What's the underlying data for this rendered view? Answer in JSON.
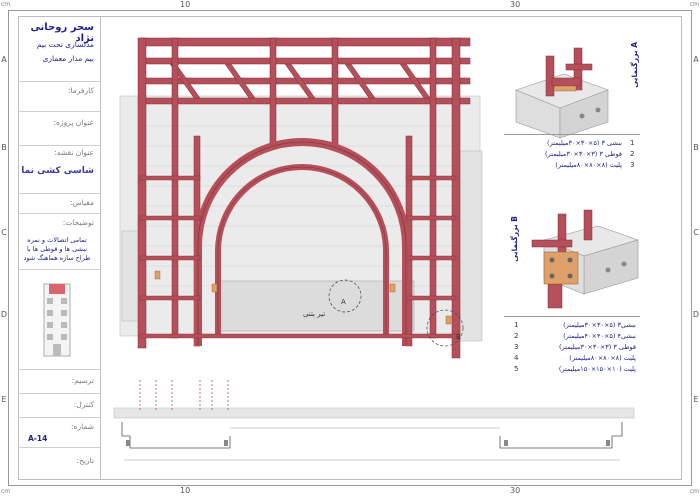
{
  "rulers": {
    "top_numbers": [
      "10",
      "30"
    ],
    "bottom_numbers": [
      "10",
      "30"
    ],
    "unit": "cm",
    "side_letters": [
      "A",
      "B",
      "C",
      "D",
      "E"
    ]
  },
  "title_block": {
    "name": "سحر روحانی نژاد",
    "line1": "مدلسازی تحت بیم",
    "line2": "بیم مدار معماری",
    "employer_label": "کارفرما:",
    "project_label": "عنوان پروژه:",
    "sheet_title_label": "عنوان نقشه:",
    "sheet_title_value": "شاسی کشی نما",
    "scale_label": "مقیاس:",
    "notes_label": "توضیحات:",
    "notes_text": "تمامی اتصالات و نمره نبشی ها و قوطی ها با طراح سازه هماهنگ شود",
    "drawn_label": "ترسیم:",
    "check_label": "کنترل:",
    "number_label": "شماره:",
    "number_value": "A-14",
    "date_label": "تاریخ:"
  },
  "main_view": {
    "beam_label": "تیر بتنی",
    "callout_a": "A",
    "callout_b": "B"
  },
  "detail_a": {
    "tab": "بزرگنمایی A",
    "numbers": [
      "1",
      "2",
      "3"
    ],
    "items": [
      "نبشی ۳ (۵×۳۰×۳۰میلیمتر)",
      "قوطی ۳ (۳×۳۰×۳۰میلیمتر)",
      "پلیت (۸×۸۰×۸۰میلیمتر)"
    ]
  },
  "detail_b": {
    "tab": "بزرگنمایی B",
    "numbers": [
      "1",
      "2",
      "3",
      "4",
      "5"
    ],
    "items": [
      "نبشی۳ (۵×۳۰×۳۰میلیمتر)",
      "نبشی۴ (۵×۴۰×۴۰میلیمتر)",
      "قوطی ۳ (۳×۳۰×۳۰میلیمتر)",
      "پلیت (۸×۸۰×۸۰میلیمتر)",
      "پلیت (۱۰×۱۵۰×۱۵۰میلیمتر)"
    ]
  },
  "colors": {
    "steel": "#b5505a",
    "steel_dark": "#7e2d36",
    "text_blue": "#1f1f8a",
    "line_grey": "#9a9a9a"
  }
}
